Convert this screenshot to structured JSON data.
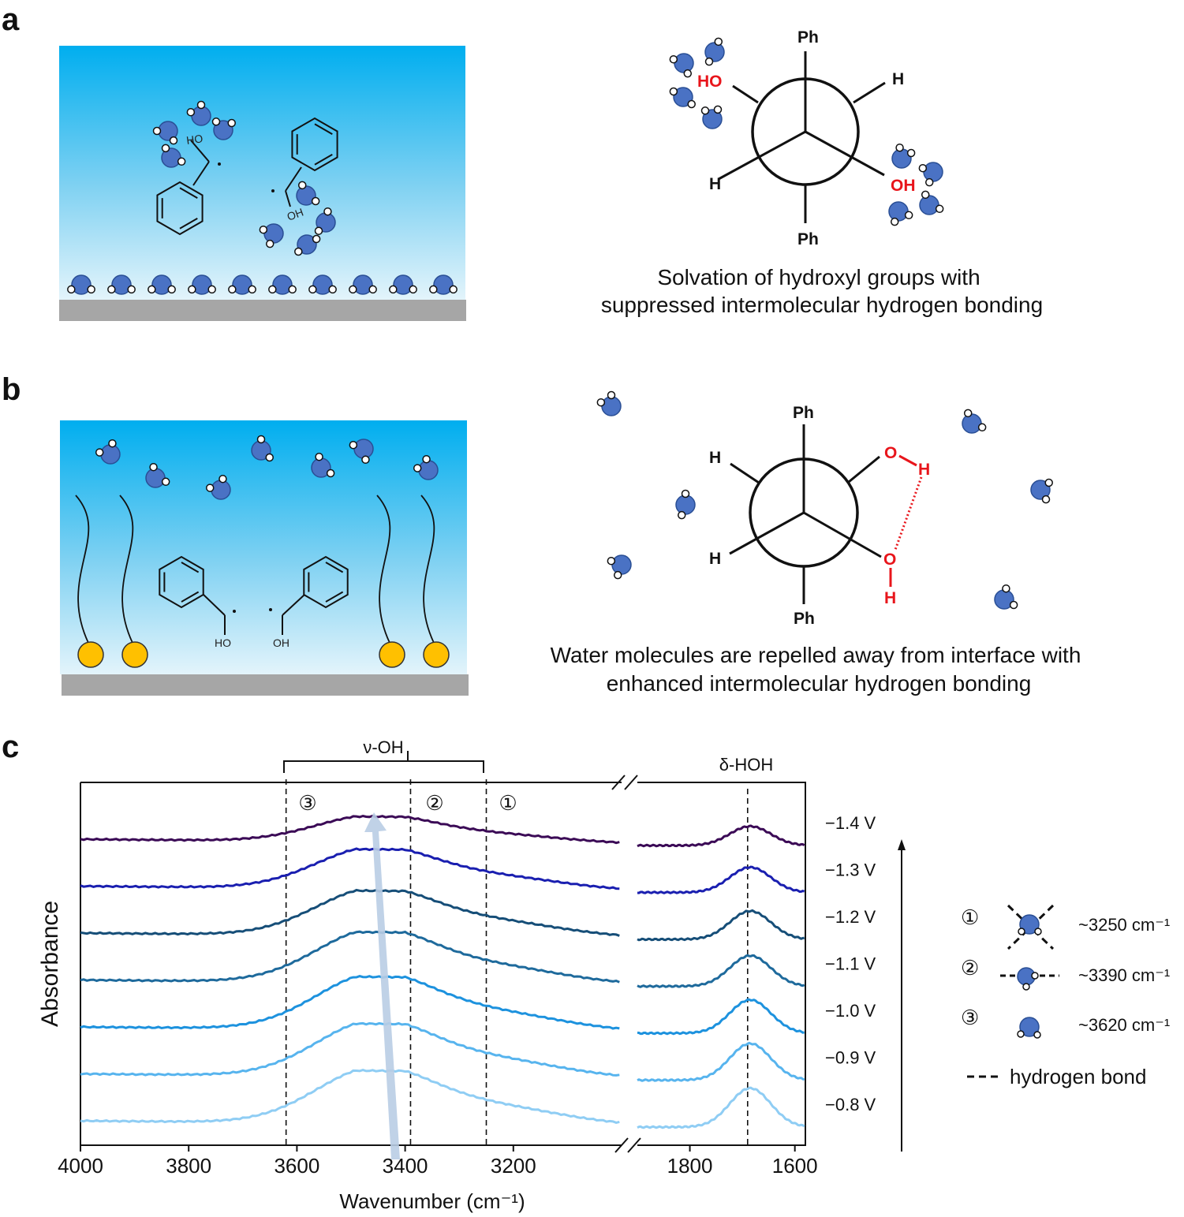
{
  "panels": {
    "a": {
      "letter": "a",
      "caption_line1": "Solvation of hydroxyl groups with",
      "caption_line2": "suppressed intermolecular hydrogen bonding",
      "newman_labels": {
        "front_top": "Ph",
        "front_bottom": "Ph",
        "back_right": "H",
        "back_left": "H",
        "front_left": "HO",
        "front_right": "OH"
      },
      "molecule_labels": [
        "HO",
        "OH"
      ]
    },
    "b": {
      "letter": "b",
      "caption_line1": "Water molecules are repelled away from interface with",
      "caption_line2": "enhanced intermolecular hydrogen bonding",
      "newman_labels": {
        "top": "Ph",
        "bottom": "Ph",
        "upper_left": "H",
        "lower_left": "H",
        "o_upper": "O",
        "h_upper": "H",
        "o_lower": "O",
        "h_lower": "H"
      },
      "molecule_labels": [
        "HO",
        "OH"
      ]
    },
    "c": {
      "letter": "c",
      "bracket_label": "ν-OH",
      "right_label": "δ-HOH",
      "region_markers": [
        "③",
        "②",
        "①"
      ],
      "y_axis_title": "Absorbance",
      "x_axis_title": "Wavenumber (cm⁻¹)"
    }
  },
  "legend": {
    "items": [
      {
        "marker": "①",
        "label": "~3250 cm⁻¹"
      },
      {
        "marker": "②",
        "label": "~3390 cm⁻¹"
      },
      {
        "marker": "③",
        "label": "~3620 cm⁻¹"
      }
    ],
    "hbond_label": "hydrogen bond",
    "hbond_symbol": "---"
  },
  "colors": {
    "water_fill": "#4a72c4",
    "water_stroke": "#2a4f95",
    "sky_top": "#00aeef",
    "electrode": "#a6a6a6",
    "adsorbate": "#ffc000",
    "red": "#e8151b",
    "arrow": "#b9cde4"
  },
  "chart_data": {
    "type": "line",
    "xlabel": "Wavenumber (cm⁻¹)",
    "ylabel": "Absorbance",
    "x_axis_segments": [
      {
        "range": [
          4000,
          3000
        ],
        "ticks": [
          4000,
          3800,
          3600,
          3400,
          3200
        ]
      },
      {
        "range": [
          1900,
          1580
        ],
        "ticks": [
          1800,
          1600
        ]
      }
    ],
    "axis_break": true,
    "reference_lines": [
      3620,
      3390,
      3250,
      1690
    ],
    "series": [
      {
        "name": "−1.4 V",
        "color": "#3b0a56",
        "offset": 6,
        "oh_height": 0.55,
        "hoh_height": 0.42
      },
      {
        "name": "−1.3 V",
        "color": "#1a1fb0",
        "offset": 5,
        "oh_height": 0.86,
        "hoh_height": 0.55
      },
      {
        "name": "−1.2 V",
        "color": "#164e78",
        "offset": 4,
        "oh_height": 0.98,
        "hoh_height": 0.62
      },
      {
        "name": "−1.1 V",
        "color": "#1e6a9c",
        "offset": 3,
        "oh_height": 1.1,
        "hoh_height": 0.67
      },
      {
        "name": "−1.0 V",
        "color": "#1d92de",
        "offset": 2,
        "oh_height": 1.15,
        "hoh_height": 0.73
      },
      {
        "name": "−0.9 V",
        "color": "#57b4ee",
        "offset": 1,
        "oh_height": 1.15,
        "hoh_height": 0.8
      },
      {
        "name": "−0.8 V",
        "color": "#8fcdf4",
        "offset": 0,
        "oh_height": 1.15,
        "hoh_height": 0.85
      }
    ]
  }
}
